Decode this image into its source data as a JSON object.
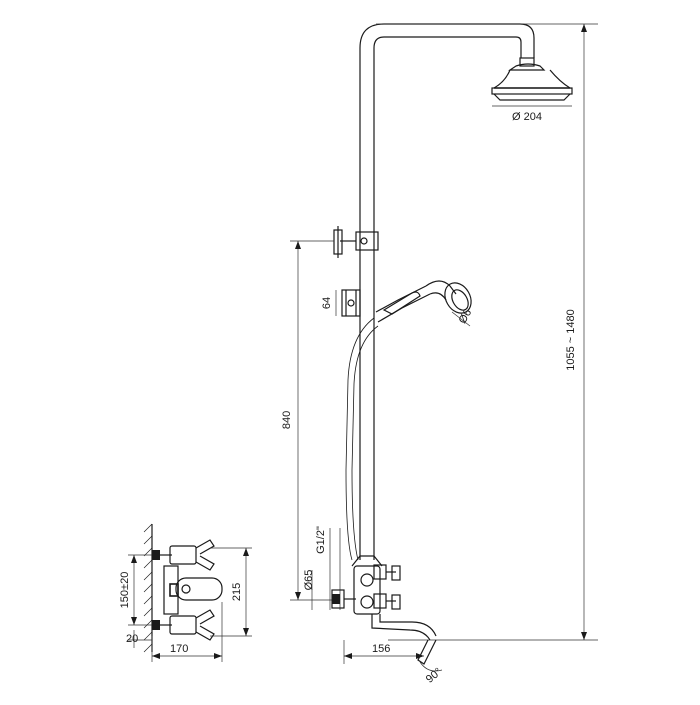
{
  "drawing": {
    "dimensions": {
      "head_diameter": "Ø 204",
      "total_height": "1055 ~ 1480",
      "slider_height": "840",
      "holder": "64",
      "hand_shower": "Ø6",
      "thread": "G1/2\"",
      "flange": "Ø65",
      "spout": "156",
      "spout_angle": "90°",
      "side_height": "215",
      "centers": "150±20",
      "wall_offset": "20",
      "depth": "170"
    }
  }
}
